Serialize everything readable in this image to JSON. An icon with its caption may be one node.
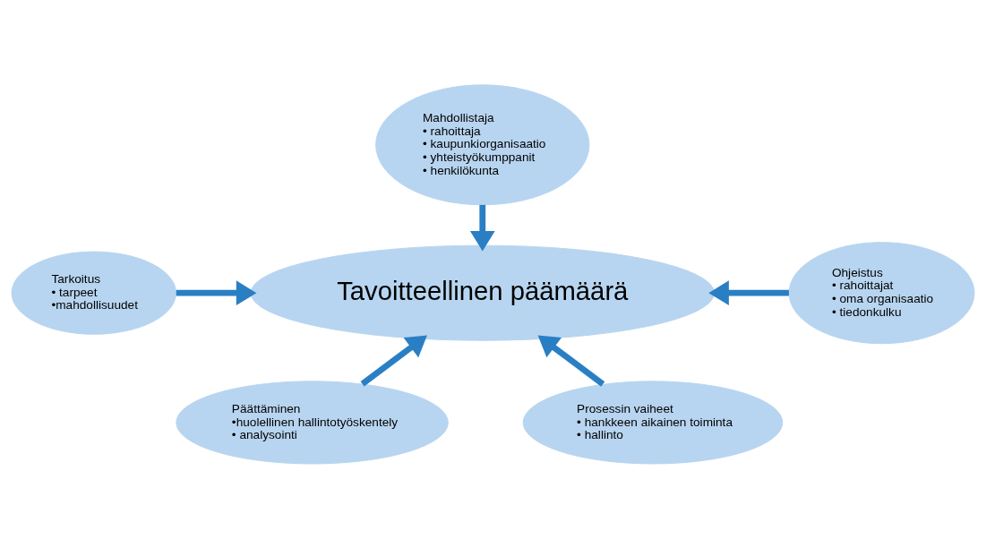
{
  "diagram": {
    "nodes": [
      {
        "text": [
          "Mahdollistaja",
          "• rahoittaja",
          "• kaupunkiorganisaatio",
          "• yhteistyökumppanit",
          "• henkilökunta"
        ]
      },
      {
        "text": [
          "Tarkoitus",
          "• tarpeet",
          "•mahdollisuudet"
        ]
      },
      {
        "text": [
          "Tavoitteellinen päämäärä"
        ]
      },
      {
        "text": [
          "Ohjeistus",
          "• rahoittajat",
          "• oma organisaatio",
          "• tiedonkulku"
        ]
      },
      {
        "text": [
          "Päättäminen",
          "•huolellinen hallintotyöskentely",
          "• analysointi"
        ]
      },
      {
        "text": [
          "Prosessin vaiheet",
          "• hankkeen aikainen toiminta",
          "• hallinto"
        ]
      }
    ],
    "edges": [
      {
        "from": 0,
        "to": 2,
        "arrow": "to"
      },
      {
        "from": 1,
        "to": 2,
        "arrow": "to"
      },
      {
        "from": 3,
        "to": 2,
        "arrow": "to"
      },
      {
        "from": 4,
        "to": 2,
        "arrow": "to"
      },
      {
        "from": 5,
        "to": 2,
        "arrow": "to"
      }
    ]
  }
}
